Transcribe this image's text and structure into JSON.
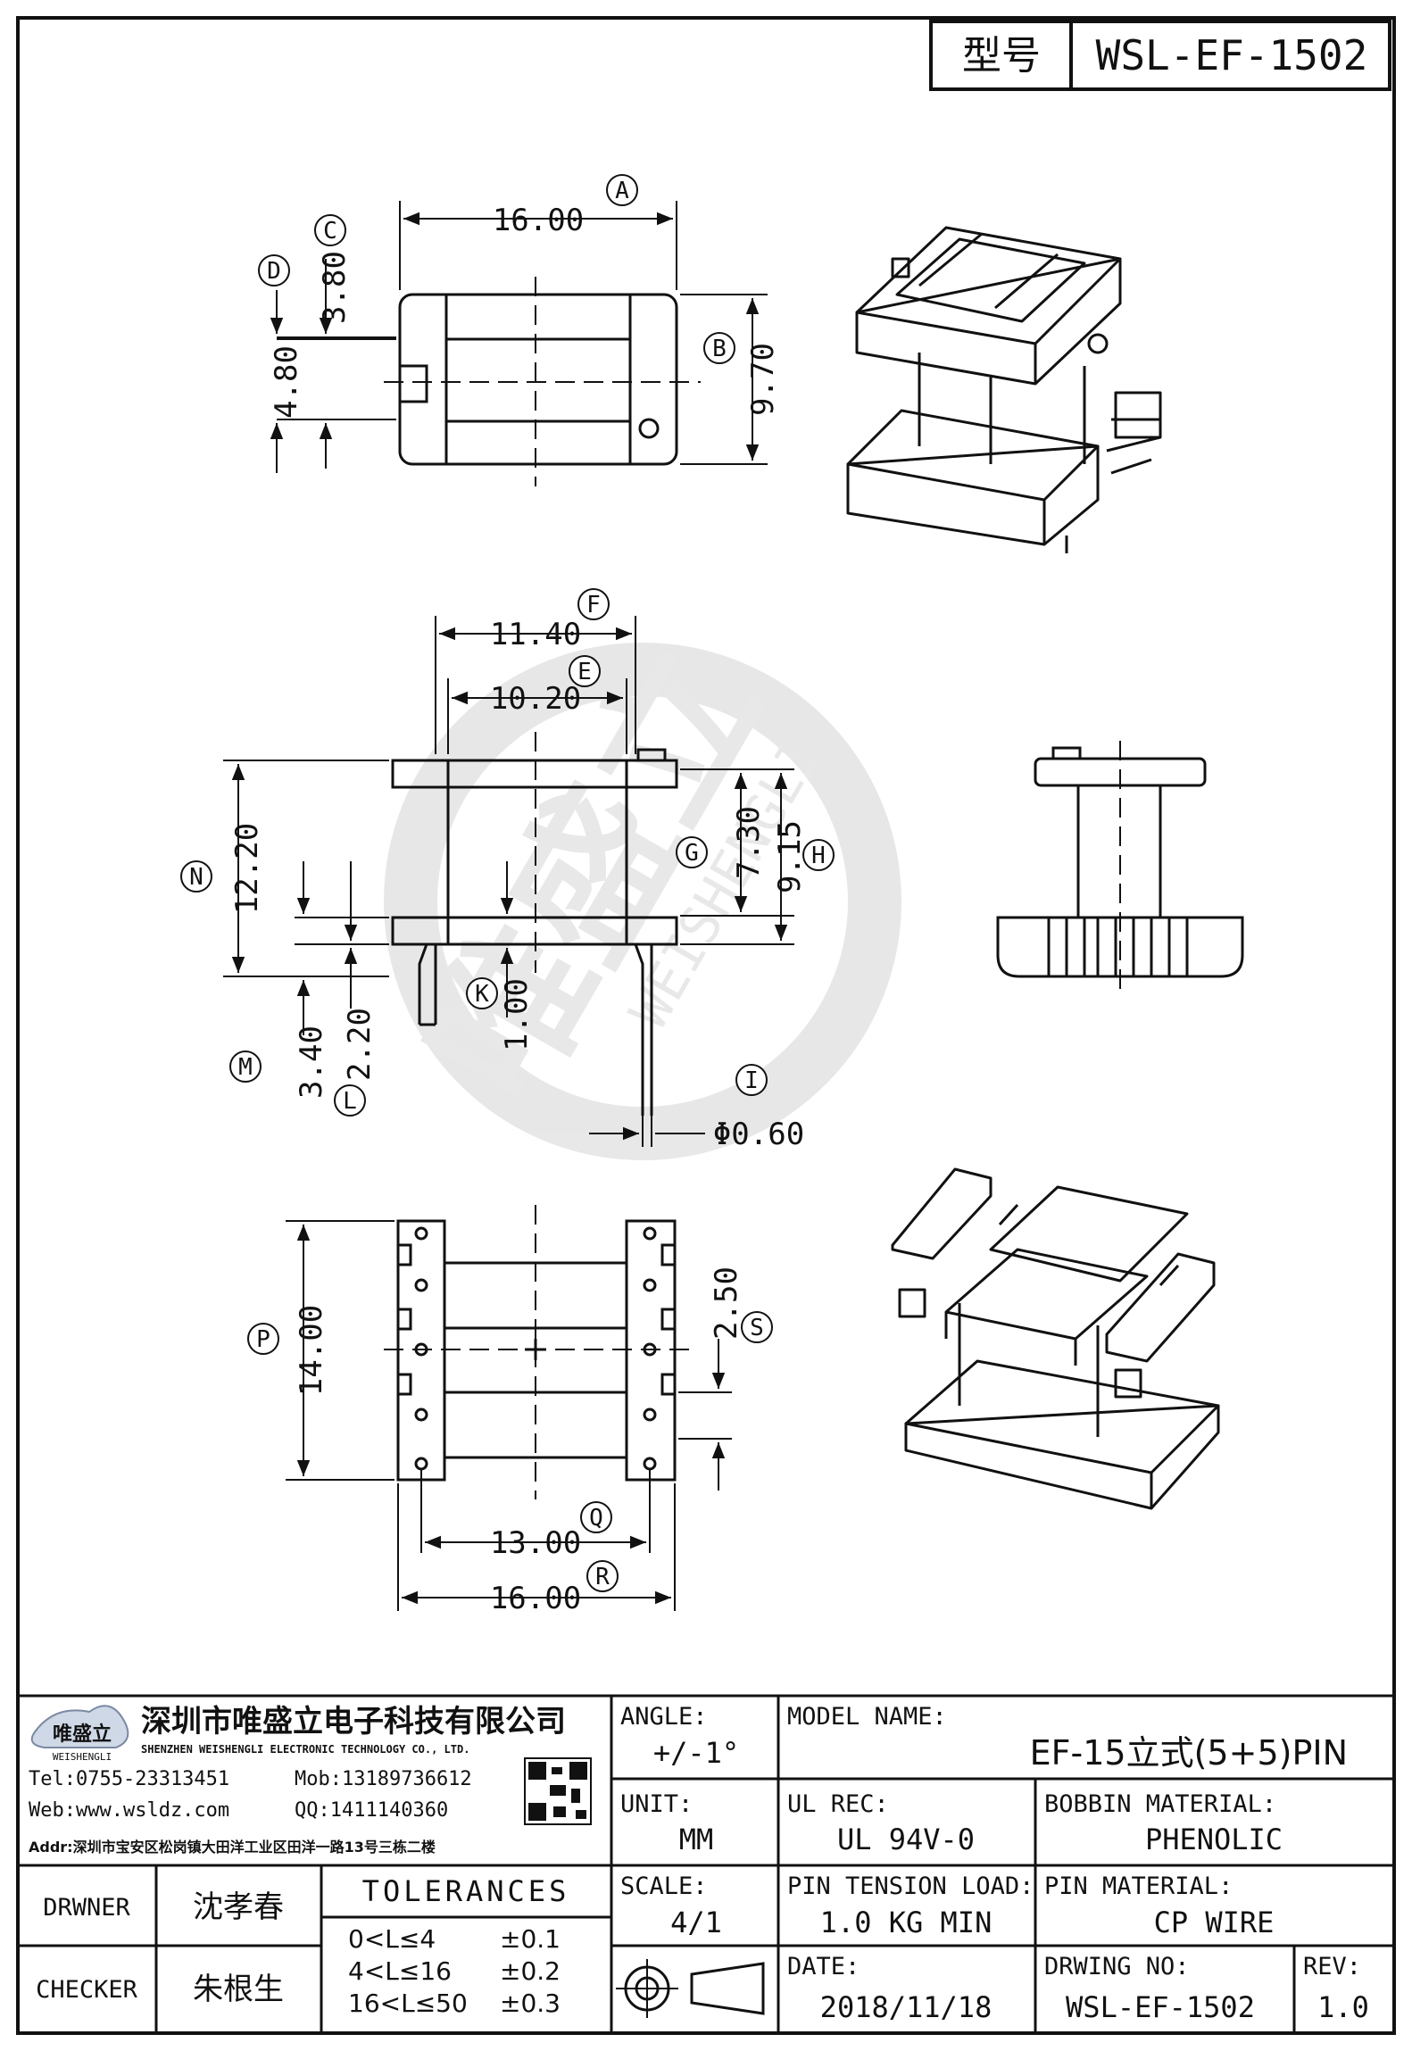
{
  "header": {
    "type_label": "型号",
    "model_code": "WSL-EF-1502"
  },
  "dimensions": {
    "A": {
      "letter": "A",
      "value": "16.00"
    },
    "B": {
      "letter": "B",
      "value": "9.70"
    },
    "C": {
      "letter": "C",
      "value": "3.80"
    },
    "D": {
      "letter": "D",
      "value": "4.80"
    },
    "F": {
      "letter": "F",
      "value": "11.40"
    },
    "E": {
      "letter": "E",
      "value": "10.20"
    },
    "N": {
      "letter": "N",
      "value": "12.20"
    },
    "G": {
      "letter": "G",
      "value": "7.30"
    },
    "H": {
      "letter": "H",
      "value": "9.15"
    },
    "K": {
      "letter": "K",
      "value": "1.00"
    },
    "M": {
      "letter": "M",
      "value": "3.40"
    },
    "L": {
      "letter": "L",
      "value": "2.20"
    },
    "I": {
      "letter": "I",
      "value": "Φ0.60"
    },
    "P": {
      "letter": "P",
      "value": "14.00"
    },
    "S": {
      "letter": "S",
      "value": "2.50"
    },
    "Q": {
      "letter": "Q",
      "value": "13.00"
    },
    "R": {
      "letter": "R",
      "value": "16.00"
    }
  },
  "watermark": {
    "brand": "唯盛立",
    "pinyin": "WEISHENGLI"
  },
  "company": {
    "logo_text": "唯盛立",
    "logo_sub": "WEISHENGLI",
    "name_zh": "深圳市唯盛立电子科技有限公司",
    "name_en": "SHENZHEN WEISHENGLI ELECTRONIC TECHNOLOGY CO., LTD.",
    "tel": "Tel:0755-23313451",
    "mob": "Mob:13189736612",
    "web": "Web:www.wsldz.com",
    "qq": "QQ:1411140360",
    "addr": "Addr:深圳市宝安区松岗镇大田洋工业区田洋一路13号三栋二楼"
  },
  "title_block": {
    "angle_label": "ANGLE:",
    "angle_value": "+/-1°",
    "unit_label": "UNIT:",
    "unit_value": "MM",
    "scale_label": "SCALE:",
    "scale_value": "4/1",
    "model_name_label": "MODEL NAME:",
    "model_name_value": "EF-15立式(5+5)PIN",
    "ul_label": "UL REC:",
    "ul_value": "UL 94V-0",
    "bobbin_label": "BOBBIN MATERIAL:",
    "bobbin_value": "PHENOLIC",
    "tension_label": "PIN TENSION LOAD:",
    "tension_value": "1.0 KG MIN",
    "pin_material_label": "PIN MATERIAL:",
    "pin_material_value": "CP WIRE",
    "date_label": "DATE:",
    "date_value": "2018/11/18",
    "drawing_no_label": "DRWING NO:",
    "drawing_no_value": "WSL-EF-1502",
    "rev_label": "REV:",
    "rev_value": "1.0",
    "drawer_label": "DRWNER",
    "drawer_value": "沈孝春",
    "checker_label": "CHECKER",
    "checker_value": "朱根生",
    "tolerances_label": "TOLERANCES",
    "tolerances": [
      {
        "range": "0<L≤4",
        "value": "±0.1"
      },
      {
        "range": "4<L≤16",
        "value": "±0.2"
      },
      {
        "range": "16<L≤50",
        "value": "±0.3"
      }
    ]
  }
}
